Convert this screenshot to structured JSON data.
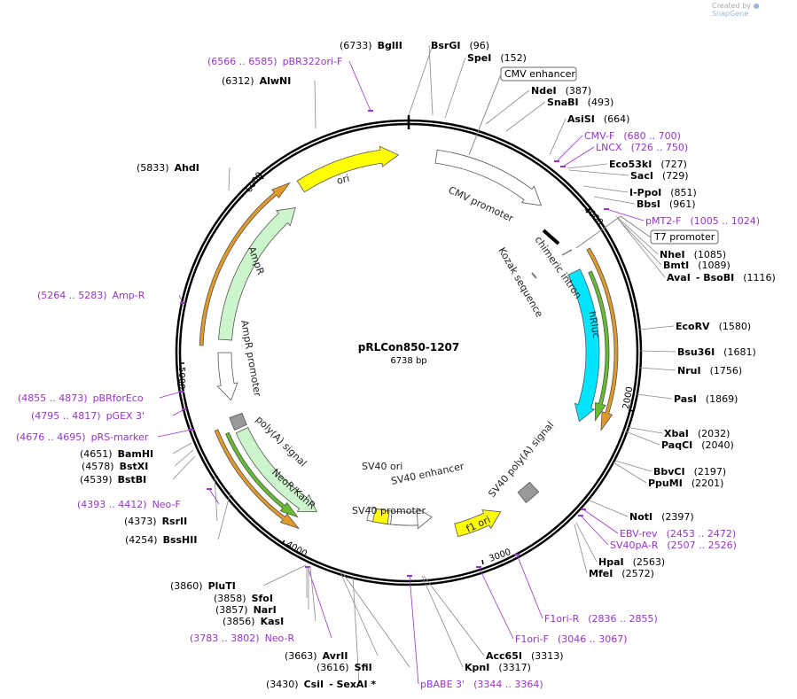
{
  "credit": {
    "prefix": "Created by",
    "brand": "SnapGene"
  },
  "plasmid": {
    "name": "pRLCon850-1207",
    "size_label": "6738 bp",
    "length": 6738
  },
  "colors": {
    "primer": "#9933cc",
    "ori": "#ffff00",
    "cds": "#ccf5cc",
    "hrluc": "#00e5ff",
    "orf": "#e09a2a",
    "promoter": "#ffffff",
    "polyA": "#999999",
    "backbone": "#000000"
  },
  "ticks": [
    "1000",
    "2000",
    "3000",
    "4000",
    "5000",
    "6000"
  ],
  "features": [
    {
      "name": "ori",
      "label": "ori"
    },
    {
      "name": "cmv-promoter",
      "label": "CMV promoter"
    },
    {
      "name": "chimeric-intron",
      "label": "chimeric intron"
    },
    {
      "name": "kozak",
      "label": "Kozak sequence"
    },
    {
      "name": "hrluc",
      "label": "hRluc"
    },
    {
      "name": "sv40-polya-right",
      "label": "SV40 poly(A) signal"
    },
    {
      "name": "f1-ori",
      "label": "f1 ori"
    },
    {
      "name": "sv40-enhancer",
      "label": "SV40 enhancer"
    },
    {
      "name": "sv40-ori",
      "label": "SV40 ori"
    },
    {
      "name": "sv40-promoter",
      "label": "SV40 promoter"
    },
    {
      "name": "neor-kanr",
      "label": "NeoR/KanR"
    },
    {
      "name": "polya-left",
      "label": "poly(A) signal"
    },
    {
      "name": "ampr-promoter",
      "label": "AmpR promoter"
    },
    {
      "name": "ampr",
      "label": "AmpR"
    }
  ],
  "boxed_labels": {
    "cmv_enhancer": "CMV enhancer",
    "t7_promoter": "T7 promoter"
  },
  "labels": [
    {
      "pos": "(6733)",
      "name": "BglII",
      "type": "site"
    },
    {
      "pos": "(96)",
      "name": "BsrGI",
      "type": "site"
    },
    {
      "pos": "(152)",
      "name": "SpeI",
      "type": "site"
    },
    {
      "pos": "(387)",
      "name": "NdeI",
      "type": "site"
    },
    {
      "pos": "(493)",
      "name": "SnaBI",
      "type": "site"
    },
    {
      "pos": "(664)",
      "name": "AsiSI",
      "type": "site"
    },
    {
      "pos": "(680 .. 700)",
      "name": "CMV-F",
      "type": "primer"
    },
    {
      "pos": "(726 .. 750)",
      "name": "LNCX",
      "type": "primer"
    },
    {
      "pos": "(727)",
      "name": "Eco53kI",
      "type": "site"
    },
    {
      "pos": "(729)",
      "name": "SacI",
      "type": "site"
    },
    {
      "pos": "(851)",
      "name": "I-PpoI",
      "type": "site"
    },
    {
      "pos": "(961)",
      "name": "BbsI",
      "type": "site"
    },
    {
      "pos": "(1005 .. 1024)",
      "name": "pMT2-F",
      "type": "primer"
    },
    {
      "pos": "(1085)",
      "name": "NheI",
      "type": "site"
    },
    {
      "pos": "(1089)",
      "name": "BmtI",
      "type": "site"
    },
    {
      "pos": "(1116)",
      "name": "AvaI",
      "extra": "- BsoBI",
      "type": "site"
    },
    {
      "pos": "(1580)",
      "name": "EcoRV",
      "type": "site"
    },
    {
      "pos": "(1681)",
      "name": "Bsu36I",
      "type": "site"
    },
    {
      "pos": "(1756)",
      "name": "NruI",
      "type": "site"
    },
    {
      "pos": "(1869)",
      "name": "PasI",
      "type": "site"
    },
    {
      "pos": "(2032)",
      "name": "XbaI",
      "type": "site"
    },
    {
      "pos": "(2040)",
      "name": "PaqCI",
      "type": "site"
    },
    {
      "pos": "(2197)",
      "name": "BbvCI",
      "type": "site"
    },
    {
      "pos": "(2201)",
      "name": "PpuMI",
      "type": "site"
    },
    {
      "pos": "(2397)",
      "name": "NotI",
      "type": "site"
    },
    {
      "pos": "(2453 .. 2472)",
      "name": "EBV-rev",
      "type": "primer"
    },
    {
      "pos": "(2507 .. 2526)",
      "name": "SV40pA-R",
      "type": "primer"
    },
    {
      "pos": "(2563)",
      "name": "HpaI",
      "type": "site"
    },
    {
      "pos": "(2572)",
      "name": "MfeI",
      "type": "site"
    },
    {
      "pos": "(2836 .. 2855)",
      "name": "F1ori-R",
      "type": "primer"
    },
    {
      "pos": "(3046 .. 3067)",
      "name": "F1ori-F",
      "type": "primer"
    },
    {
      "pos": "(3313)",
      "name": "Acc65I",
      "type": "site"
    },
    {
      "pos": "(3317)",
      "name": "KpnI",
      "type": "site"
    },
    {
      "pos": "(3344 .. 3364)",
      "name": "pBABE 3'",
      "type": "primer"
    },
    {
      "pos": "(3430)",
      "name": "CsiI",
      "extra": "- SexAI *",
      "type": "site"
    },
    {
      "pos": "(3616)",
      "name": "SfiI",
      "type": "site"
    },
    {
      "pos": "(3663)",
      "name": "AvrII",
      "type": "site"
    },
    {
      "pos": "(3783 .. 3802)",
      "name": "Neo-R",
      "type": "primer"
    },
    {
      "pos": "(3856)",
      "name": "KasI",
      "type": "site"
    },
    {
      "pos": "(3857)",
      "name": "NarI",
      "type": "site"
    },
    {
      "pos": "(3858)",
      "name": "SfoI",
      "type": "site"
    },
    {
      "pos": "(3860)",
      "name": "PluTI",
      "type": "site"
    },
    {
      "pos": "(4254)",
      "name": "BssHII",
      "type": "site"
    },
    {
      "pos": "(4373)",
      "name": "RsrII",
      "type": "site"
    },
    {
      "pos": "(4393 .. 4412)",
      "name": "Neo-F",
      "type": "primer"
    },
    {
      "pos": "(4539)",
      "name": "BstBI",
      "type": "site"
    },
    {
      "pos": "(4578)",
      "name": "BstXI",
      "type": "site"
    },
    {
      "pos": "(4651)",
      "name": "BamHI",
      "type": "site"
    },
    {
      "pos": "(4676 .. 4695)",
      "name": "pRS-marker",
      "type": "primer"
    },
    {
      "pos": "(4795 .. 4817)",
      "name": "pGEX 3'",
      "type": "primer"
    },
    {
      "pos": "(4855 .. 4873)",
      "name": "pBRforEco",
      "type": "primer"
    },
    {
      "pos": "(5264 .. 5283)",
      "name": "Amp-R",
      "type": "primer"
    },
    {
      "pos": "(5833)",
      "name": "AhdI",
      "type": "site"
    },
    {
      "pos": "(6312)",
      "name": "AlwNI",
      "type": "site"
    },
    {
      "pos": "(6566 .. 6585)",
      "name": "pBR322ori-F",
      "type": "primer"
    }
  ]
}
